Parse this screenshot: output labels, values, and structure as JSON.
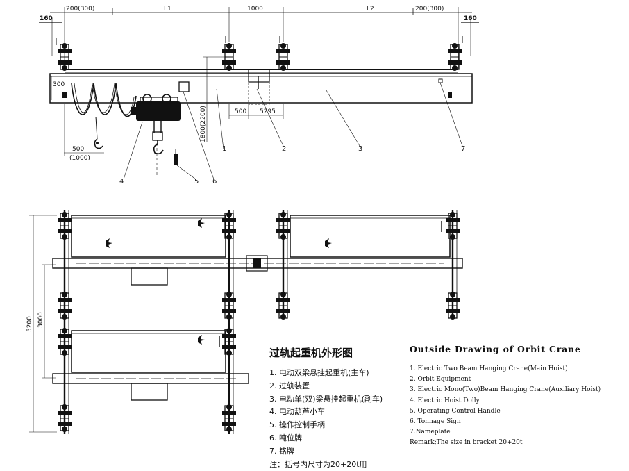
{
  "dimensions": {
    "d160_left": "160",
    "d200_left": "200(300)",
    "L1": "L1",
    "d1000": "1000",
    "L2": "L2",
    "d200_right": "200(300)",
    "d160_right": "160",
    "d300": "300",
    "d1800": "1800(2200)",
    "d500_hook": "500",
    "d1000_hook": "(1000)",
    "d500_mid": "500",
    "d5295": "5295",
    "d5200": "5200",
    "d3000": "3000"
  },
  "callouts": [
    "1",
    "2",
    "3",
    "4",
    "5",
    "6",
    "7"
  ],
  "legend_cn": {
    "title": "过轨起重机外形图",
    "items": [
      "1.  电动双梁悬挂起重机(主车)",
      "2.  过轨装置",
      "3.  电动单(双)梁悬挂起重机(副车)",
      "4.  电动葫芦小车",
      "5.  操作控制手柄",
      "6.  吨位牌",
      "7.  铭牌"
    ],
    "note": "注：括号内尺寸为20+20t用"
  },
  "legend_en": {
    "title": "Outside Drawing of Orbit Crane",
    "items": [
      "1. Electric Two Beam Hanging Crane(Main Hoist)",
      "2. Orbit Equipment",
      "3. Electric Mono(Two)Beam Hanging Crane(Auxiliary Hoist)",
      "4. Electric Hoist Dolly",
      "5. Operating Control Handle",
      "6. Tonnage Sign",
      "7.Nameplate"
    ],
    "remark": "Remark;The size in bracket 20+20t"
  }
}
